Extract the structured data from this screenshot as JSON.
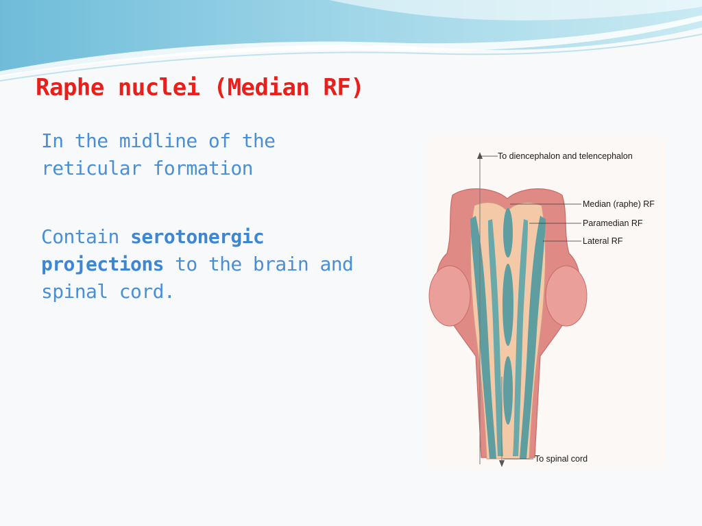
{
  "slide": {
    "title": "Raphe nuclei (Median RF)",
    "paragraph1": "In the midline of the reticular formation",
    "paragraph2": {
      "prefix": "Contain ",
      "bold": "serotonergic projections",
      "suffix": " to the brain and spinal cord."
    }
  },
  "figure": {
    "labels": {
      "diencephalon": "To diencephalon and telencephalon",
      "median": "Median (raphe) RF",
      "paramedian": "Paramedian RF",
      "lateral": "Lateral RF",
      "spinal": "To spinal cord"
    }
  },
  "colors": {
    "title": "#e8201c",
    "body_text": "#4a8fd6",
    "brainstem_outer": "#e08a86",
    "brainstem_inner": "#f4c9a8",
    "reticular_formation": "#5e9ea0"
  }
}
